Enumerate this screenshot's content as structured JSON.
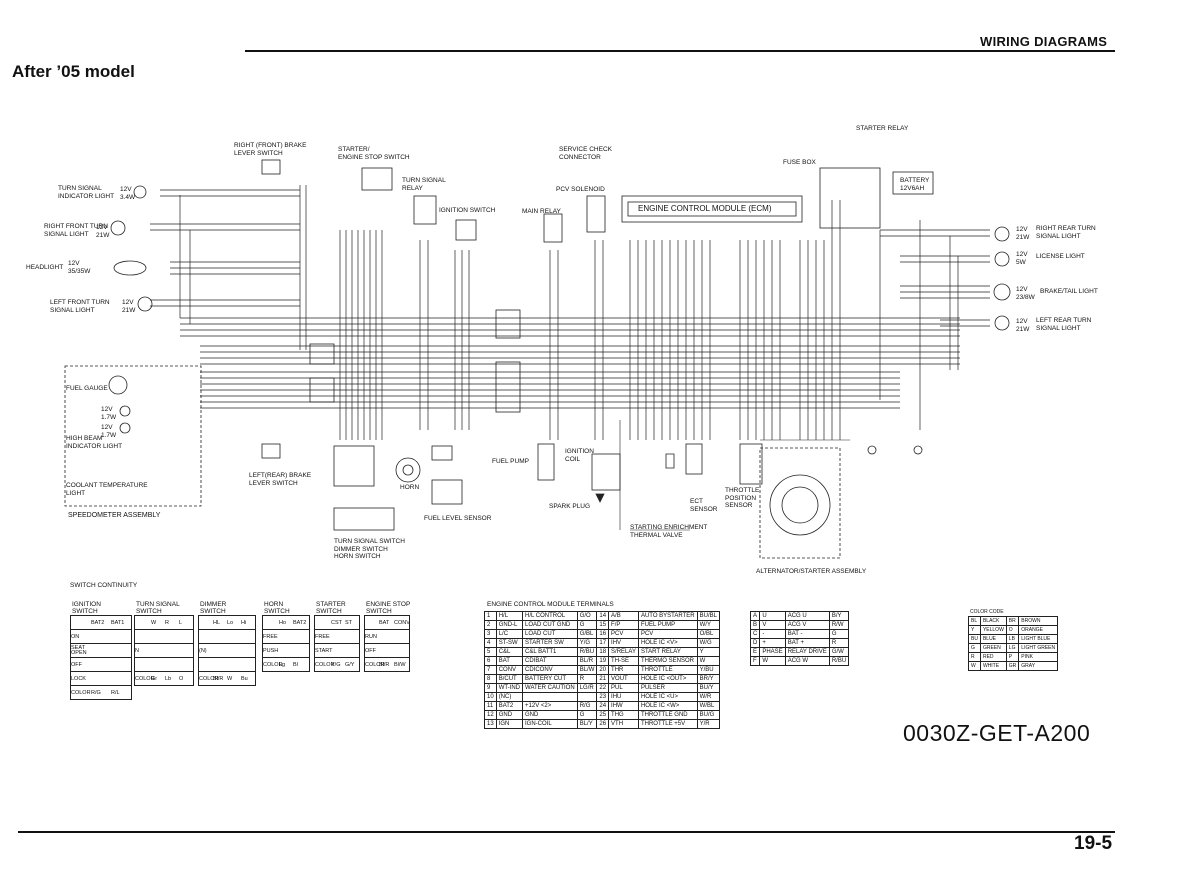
{
  "header": {
    "section_title": "WIRING DIAGRAMS",
    "subtitle": "After ’05 model",
    "page_number": "19-5",
    "document_number": "0030Z-GET-A200"
  },
  "components": {
    "right_brake_switch": "RIGHT (FRONT) BRAKE\nLEVER SWITCH",
    "starter_stop_switch": "STARTER/\nENGINE STOP SWITCH",
    "service_check": "SERVICE CHECK\nCONNECTOR",
    "starter_relay": "STARTER RELAY",
    "fuse_box": "FUSE BOX",
    "battery": "BATTERY\n12V6AH",
    "turn_signal_indicator": "TURN SIGNAL\nINDICATOR LIGHT",
    "turn_signal_indicator_spec": "12V\n3.4W",
    "right_front_turn": "RIGHT FRONT TURN\nSIGNAL LIGHT",
    "right_front_turn_spec": "12V\n21W",
    "headlight": "HEADLIGHT",
    "headlight_spec": "12V\n35/35W",
    "left_front_turn": "LEFT FRONT TURN\nSIGNAL LIGHT",
    "left_front_turn_spec": "12V\n21W",
    "turn_signal_relay": "TURN SIGNAL\nRELAY",
    "ignition_switch": "IGNITION SWITCH",
    "pcv_solenoid": "PCV SOLENOID",
    "main_relay": "MAIN RELAY",
    "ecm": "ENGINE CONTROL MODULE (ECM)",
    "right_rear_turn": "RIGHT REAR TURN\nSIGNAL LIGHT",
    "right_rear_turn_spec": "12V\n21W",
    "license_light": "LICENSE LIGHT",
    "license_light_spec": "12V\n5W",
    "brake_tail_light": "BRAKE/TAIL LIGHT",
    "brake_tail_light_spec": "12V\n23/8W",
    "left_rear_turn": "LEFT REAR TURN\nSIGNAL LIGHT",
    "left_rear_turn_spec": "12V\n21W",
    "fuel_gauge": "FUEL GAUGE",
    "meter_light_spec_1": "12V\n1.7W",
    "meter_light_spec_2": "12V\n1.7W",
    "high_beam_indicator": "HIGH BEAM\nINDICATOR LIGHT",
    "coolant_temp_light": "COOLANT TEMPERATURE\nLIGHT",
    "speedometer_assembly": "SPEEDOMETER ASSEMBLY",
    "left_brake_switch": "LEFT(REAR) BRAKE\nLEVER SWITCH",
    "horn": "HORN",
    "fuel_level_sensor": "FUEL LEVEL SENSOR",
    "fuel_pump": "FUEL PUMP",
    "ignition_coil": "IGNITION\nCOIL",
    "spark_plug": "SPARK PLUG",
    "ect_sensor": "ECT\nSENSOR",
    "throttle_position_sensor": "THROTTLE\nPOSITION\nSENSOR",
    "starting_enrichment": "STARTING ENRICHMENT\nTHERMAL VALVE",
    "alternator_starter": "ALTERNATOR/STARTER ASSEMBLY",
    "handlebar_switch": "TURN SIGNAL SWITCH\nDIMMER SWITCH\nHORN SWITCH"
  },
  "switch_continuity": {
    "title": "SWITCH CONTINUITY",
    "ignition": {
      "title": "IGNITION\nSWITCH",
      "cols": [
        "BAT2",
        "BAT1"
      ],
      "rows": [
        "ON",
        "SEAT\nOPEN",
        "OFF",
        "LOCK"
      ],
      "color_row": [
        "COLOR",
        "R/G",
        "R/L"
      ]
    },
    "turn_signal": {
      "title": "TURN SIGNAL\nSWITCH",
      "cols": [
        "W",
        "R",
        "L"
      ],
      "rows": [
        "N"
      ],
      "color_row": [
        "COLOR",
        "Gr",
        "Lb",
        "O"
      ]
    },
    "dimmer": {
      "title": "DIMMER\nSWITCH",
      "cols": [
        "HL",
        "Lo",
        "Hi"
      ],
      "rows": [
        "(N)"
      ],
      "color_row": [
        "COLOR",
        "Bl/R",
        "W",
        "Bu"
      ]
    },
    "horn": {
      "title": "HORN\nSWITCH",
      "cols": [
        "Ho",
        "BAT2"
      ],
      "rows": [
        "FREE",
        "PUSH"
      ],
      "color_row": [
        "COLOR",
        "Lg",
        "Bl"
      ]
    },
    "starter": {
      "title": "STARTER\nSWITCH",
      "cols": [
        "CST",
        "ST"
      ],
      "rows": [
        "FREE",
        "START"
      ],
      "color_row": [
        "COLOR",
        "Y/G",
        "G/Y"
      ]
    },
    "engine_stop": {
      "title": "ENGINE STOP\nSWITCH",
      "cols": [
        "BAT",
        "CONV"
      ],
      "rows": [
        "RUN",
        "OFF"
      ],
      "color_row": [
        "COLOR",
        "Bl/R",
        "Bl/W"
      ]
    }
  },
  "ecm_terminals": {
    "title": "ENGINE CONTROL MODULE TERMINALS",
    "rows": [
      [
        "1",
        "H/L",
        "H/L CONTROL",
        "G/O",
        "14",
        "A/B",
        "AUTO BYSTARTER",
        "Bu/Bl"
      ],
      [
        "2",
        "GND-L",
        "LOAD CUT GND",
        "G",
        "15",
        "F/P",
        "FUEL PUMP",
        "W/Y"
      ],
      [
        "3",
        "L/C",
        "LOAD CUT",
        "G/Bl",
        "16",
        "PCV",
        "PCV",
        "O/Bl"
      ],
      [
        "4",
        "ST-SW",
        "STARTER SW",
        "Y/G",
        "17",
        "IHV",
        "HOLE IC <V>",
        "W/G"
      ],
      [
        "5",
        "C&L",
        "C&L BATT1",
        "R/Bu",
        "18",
        "S/RELAY",
        "START RELAY",
        "Y"
      ],
      [
        "6",
        "BAT",
        "CDIBAT",
        "Bl/R",
        "19",
        "TH-SE",
        "THERMO SENSOR",
        "W"
      ],
      [
        "7",
        "CONV",
        "CDICONV",
        "Bl/W",
        "20",
        "THR",
        "THROTTLE",
        "Y/Bu"
      ],
      [
        "8",
        "B/CUT",
        "BATTERY CUT",
        "R",
        "21",
        "VOUT",
        "HOLE IC <OUT>",
        "Br/Y"
      ],
      [
        "9",
        "WT-IND",
        "WATER CAUTION",
        "Lg/R",
        "22",
        "PUL",
        "PULSER",
        "Bu/Y"
      ],
      [
        "10",
        "(NC)",
        "",
        "",
        "23",
        "IHU",
        "HOLE IC <U>",
        "W/R"
      ],
      [
        "11",
        "BAT2",
        "+12V <2>",
        "R/G",
        "24",
        "IHW",
        "HOLE IC <W>",
        "W/Bl"
      ],
      [
        "12",
        "GND",
        "GND",
        "G",
        "25",
        "THG",
        "THROTTLE GND",
        "Bu/G"
      ],
      [
        "13",
        "IGN",
        "IGN-COIL",
        "Bl/Y",
        "26",
        "VTH",
        "THROTTLE +5V",
        "Y/R"
      ]
    ]
  },
  "connector_terminals": {
    "rows": [
      [
        "A",
        "U",
        "ACG U",
        "B/Y"
      ],
      [
        "B",
        "V",
        "ACG V",
        "R/W"
      ],
      [
        "C",
        "-",
        "BAT -",
        "G"
      ],
      [
        "D",
        "+",
        "BAT +",
        "R"
      ],
      [
        "E",
        "PHASE",
        "RELAY\nDRIVE",
        "G/W"
      ],
      [
        "F",
        "W",
        "ACG W",
        "R/Bu"
      ]
    ]
  },
  "color_code": {
    "title": "COLOR CODE",
    "rows": [
      [
        "Bl",
        "BLACK",
        "Br",
        "BROWN"
      ],
      [
        "Y",
        "YELLOW",
        "O",
        "ORANGE"
      ],
      [
        "Bu",
        "BLUE",
        "Lb",
        "LIGHT BLUE"
      ],
      [
        "G",
        "GREEN",
        "Lg",
        "LIGHT GREEN"
      ],
      [
        "R",
        "RED",
        "P",
        "PINK"
      ],
      [
        "W",
        "WHITE",
        "Gr",
        "GRAY"
      ]
    ]
  },
  "colors": {
    "ink": "#111111",
    "paper": "#ffffff"
  }
}
